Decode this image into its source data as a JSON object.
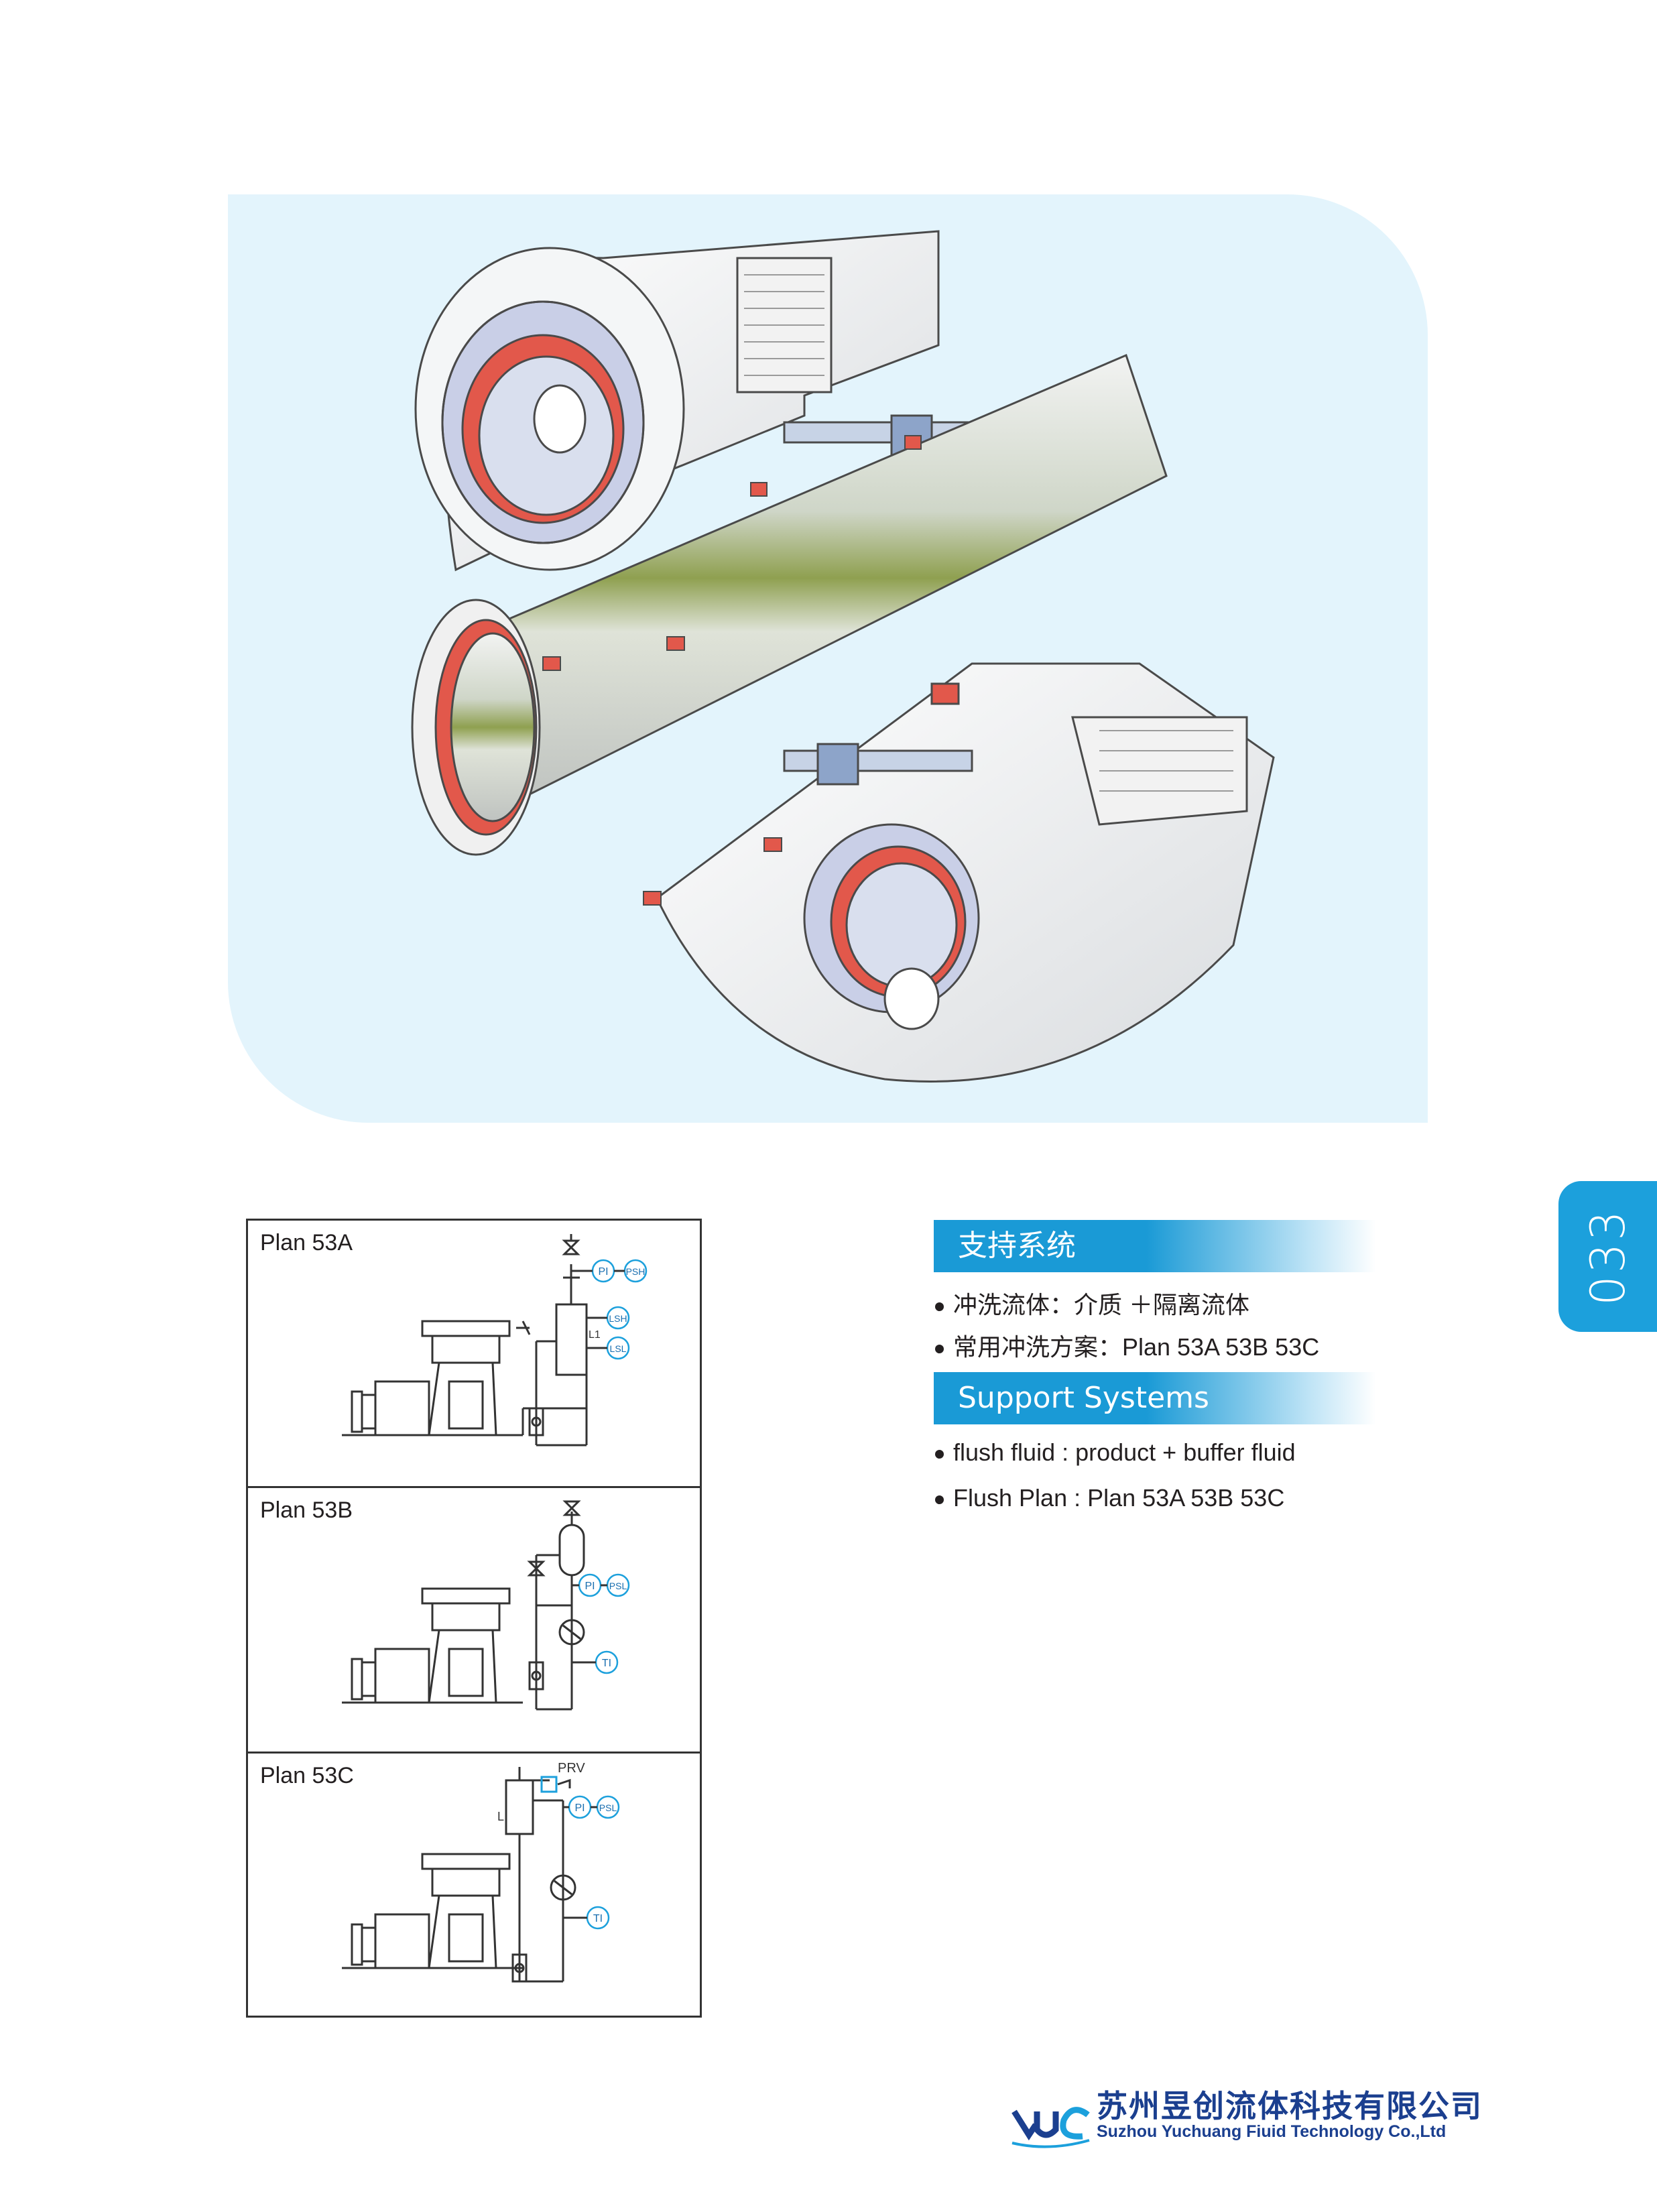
{
  "page": {
    "number": "033"
  },
  "plans": [
    {
      "label": "Plan 53A",
      "instruments": [
        "PI",
        "PSH",
        "LSH",
        "LSL",
        "L1"
      ]
    },
    {
      "label": "Plan 53B",
      "instruments": [
        "PI",
        "PSL",
        "TI"
      ]
    },
    {
      "label": "Plan 53C",
      "instruments": [
        "PRV",
        "LI",
        "PI",
        "PSL",
        "TI"
      ]
    }
  ],
  "support_cn": {
    "title": "支持系统",
    "bullets": [
      "冲洗流体：介质 ＋隔离流体",
      "常用冲洗方案：Plan 53A 53B 53C"
    ]
  },
  "support_en": {
    "title": "Support Systems",
    "bullets": [
      "flush fluid :  product + buffer fluid",
      "Flush Plan : Plan 53A 53B 53C"
    ]
  },
  "company": {
    "logo": "YUC",
    "name_cn": "苏州昱创流体科技有限公司",
    "name_en": "Suzhou Yuchuang Fiuid Technology Co.,Ltd"
  },
  "colors": {
    "accent": "#1ca0dc",
    "hero_bg": "#e3f4fc",
    "seal_red": "#e2584b",
    "brand_blue": "#1b3f8f"
  }
}
